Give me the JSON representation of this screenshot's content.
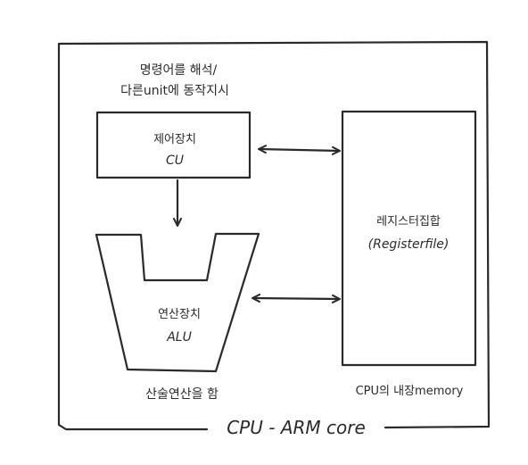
{
  "outer": {
    "label": "CPU - ARM core"
  },
  "cu": {
    "annotation_line1": "명령어를 해석/",
    "annotation_line2": "다른unit에 동작지시",
    "label_ko": "제어장치",
    "label_en": "CU"
  },
  "alu": {
    "label_ko": "연산장치",
    "label_en": "ALU",
    "caption": "산술연산을 함"
  },
  "register": {
    "label_ko": "레지스터집합",
    "label_en": "(Registerfile)",
    "caption": "CPU의 내장memory"
  }
}
